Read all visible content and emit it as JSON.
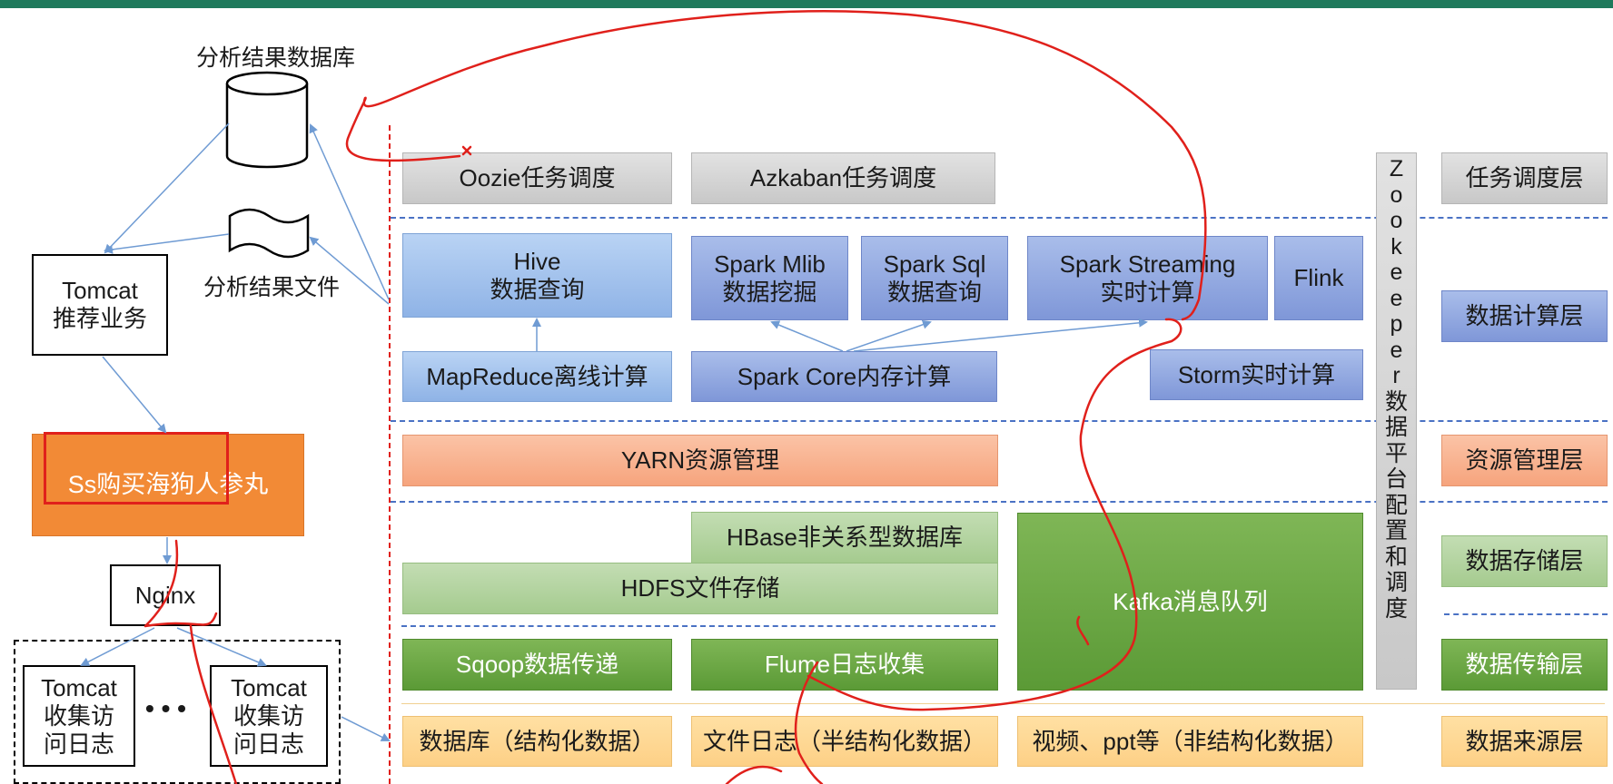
{
  "app": {
    "result_db_label": "分析结果数据库",
    "result_file_label": "分析结果文件",
    "tomcat_recommend": {
      "line1": "Tomcat",
      "line2": "推荐业务"
    },
    "orange_block": "Ss购买海狗人参丸",
    "nginx": "Nginx",
    "tomcat_collect_left": {
      "line1": "Tomcat",
      "line2": "收集访",
      "line3": "问日志"
    },
    "tomcat_collect_right": {
      "line1": "Tomcat",
      "line2": "收集访",
      "line3": "问日志"
    },
    "ellipsis": "• • •"
  },
  "layers": {
    "scheduling": {
      "label": "任务调度层",
      "items": [
        "Oozie任务调度",
        "Azkaban任务调度"
      ]
    },
    "compute": {
      "label": "数据计算层",
      "hive": {
        "line1": "Hive",
        "line2": "数据查询"
      },
      "spark_mlib": {
        "line1": "Spark Mlib",
        "line2": "数据挖掘"
      },
      "spark_sql": {
        "line1": "Spark Sql",
        "line2": "数据查询"
      },
      "spark_streaming": {
        "line1": "Spark Streaming",
        "line2": "实时计算"
      },
      "flink": "Flink",
      "mapreduce": "MapReduce离线计算",
      "spark_core": "Spark Core内存计算",
      "storm": "Storm实时计算"
    },
    "resource": {
      "label": "资源管理层",
      "yarn": "YARN资源管理"
    },
    "storage": {
      "label": "数据存储层",
      "hbase": "HBase非关系型数据库",
      "hdfs": "HDFS文件存储",
      "kafka": "Kafka消息队列"
    },
    "transport": {
      "label": "数据传输层",
      "sqoop": "Sqoop数据传递",
      "flume": "Flume日志收集"
    },
    "source": {
      "label": "数据来源层",
      "items": [
        "数据库（结构化数据）",
        "文件日志（半结构化数据）",
        "视频、ppt等（非结构化数据）"
      ]
    }
  },
  "zookeeper": {
    "chars": [
      "Z",
      "o",
      "o",
      "k",
      "e",
      "e",
      "p",
      "e",
      "r",
      "数",
      "据",
      "平",
      "台",
      "配",
      "置",
      "和",
      "调",
      "度"
    ]
  },
  "colors": {
    "top_bar": "#1f7a5c",
    "dash": "#4a72c4",
    "annotation": "#e0201b",
    "arrow": "#6f9bd3"
  }
}
